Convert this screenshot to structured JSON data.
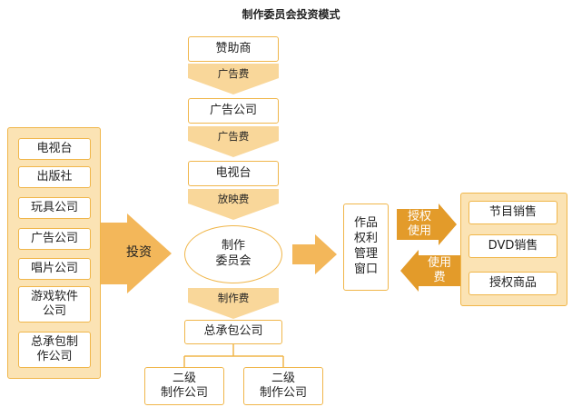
{
  "title": "制作委员会投资模式",
  "chain": {
    "sponsor": "赞助商",
    "fee1": "广告费",
    "ad_company": "广告公司",
    "fee2": "广告费",
    "tv_station": "电视台",
    "fee3": "放映费",
    "committee": "制作\n委员会",
    "fee4": "制作费",
    "general_contractor": "总承包公司",
    "sub1": "二级\n制作公司",
    "sub2": "二级\n制作公司"
  },
  "investors": {
    "items": [
      "电视台",
      "出版社",
      "玩具公司",
      "广告公司",
      "唱片公司",
      "游戏软件\n公司",
      "总承包制\n作公司"
    ],
    "arrow_label": "投资"
  },
  "rights": {
    "window": "作品\n权利\n管理\n窗口",
    "license_label": "授权\n使用",
    "fee_label": "使用\n费",
    "outputs": [
      "节目销售",
      "DVD销售",
      "授权商品"
    ]
  },
  "colors": {
    "accent": "#f0b64a",
    "panel": "#fbe3b4",
    "arrow": "#f3b75a",
    "dark_arrow": "#e39b2a",
    "chevron": "#f9d79a"
  }
}
